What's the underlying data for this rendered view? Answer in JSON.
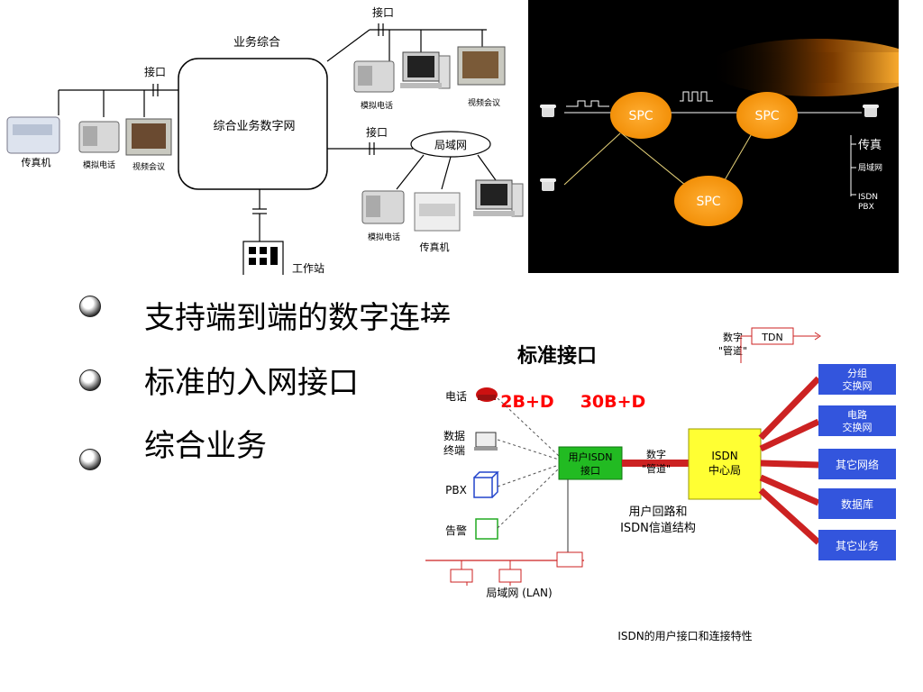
{
  "diagram1": {
    "labels": {
      "top_interface": "接口",
      "service_integration": "业务综合",
      "left_interface": "接口",
      "network": "综合业务数字网",
      "right_interface": "接口",
      "lan": "局域网",
      "fax_left": "传真机",
      "analog_phone_left": "模拟电话",
      "video_conf_left": "视频会议",
      "analog_phone_top": "模拟电话",
      "video_conf_top": "视频会议",
      "analog_phone_bottom": "模拟电话",
      "fax_bottom": "传真机",
      "workstation": "工作站"
    }
  },
  "diagram2": {
    "nodes": [
      "SPC",
      "SPC",
      "SPC"
    ],
    "labels": {
      "fax": "传真",
      "lan": "局域网",
      "isdn": "ISDN",
      "pbx": "PBX"
    },
    "colors": {
      "node": "#ff9900",
      "bg": "#000000",
      "glow": "#ff9a1a"
    }
  },
  "bullets": [
    {
      "text": "支持端到端的数字连接"
    },
    {
      "text": "标准的入网接口"
    },
    {
      "text": "综合业务"
    }
  ],
  "diagram3": {
    "title": "标准接口",
    "rates": {
      "bri": "2B+D",
      "pri": "30B+D"
    },
    "left_devices": [
      "电话",
      "数据\n终端",
      "PBX",
      "告警"
    ],
    "user_interface": "用户ISDN\n接口",
    "digital_pipe_top": "数字\n\"管道\"",
    "digital_pipe_mid": "数字\n\"管道\"",
    "center": "ISDN\n中心局",
    "tdn": "TDN",
    "right_boxes": [
      "分组\n交换网",
      "电路\n交换网",
      "其它网络",
      "数据库",
      "其它业务"
    ],
    "loop_label": "用户回路和\nISDN信道结构",
    "lan_label": "局域网 (LAN)",
    "caption": "ISDN的用户接口和连接特性",
    "colors": {
      "rate": "#ff0000",
      "iface": "#22bb22",
      "center": "#ffff33",
      "box": "#3355dd",
      "pipe": "#cc2222"
    }
  }
}
